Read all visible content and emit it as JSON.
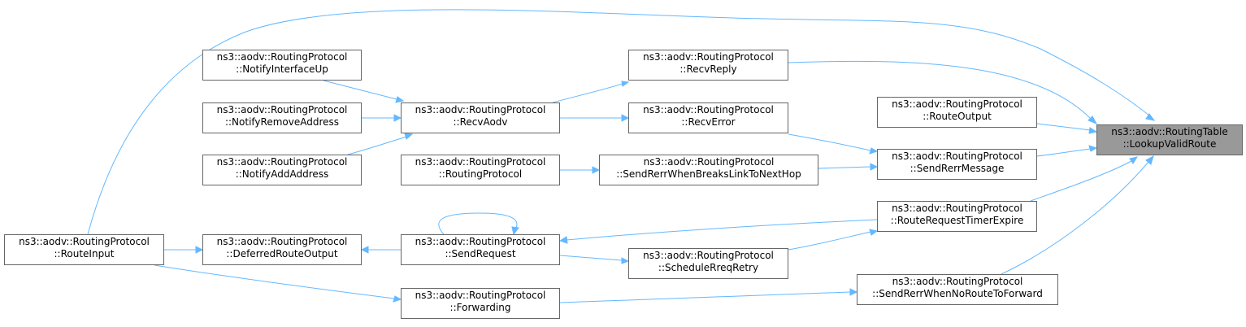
{
  "nodes": {
    "lookupValidRoute": {
      "line1": "ns3::aodv::RoutingTable",
      "line2": "::LookupValidRoute"
    },
    "routeOutput": {
      "line1": "ns3::aodv::RoutingProtocol",
      "line2": "::RouteOutput"
    },
    "recvReply": {
      "line1": "ns3::aodv::RoutingProtocol",
      "line2": "::RecvReply"
    },
    "recvError": {
      "line1": "ns3::aodv::RoutingProtocol",
      "line2": "::RecvError"
    },
    "sendRerrMessage": {
      "line1": "ns3::aodv::RoutingProtocol",
      "line2": "::SendRerrMessage"
    },
    "routeRequestTimerExpire": {
      "line1": "ns3::aodv::RoutingProtocol",
      "line2": "::RouteRequestTimerExpire"
    },
    "sendRerrWhenNoRouteToForward": {
      "line1": "ns3::aodv::RoutingProtocol",
      "line2": "::SendRerrWhenNoRouteToForward"
    },
    "sendRerrWhenBreaksLinkToNextHop": {
      "line1": "ns3::aodv::RoutingProtocol",
      "line2": "::SendRerrWhenBreaksLinkToNextHop"
    },
    "scheduleRreqRetry": {
      "line1": "ns3::aodv::RoutingProtocol",
      "line2": "::ScheduleRreqRetry"
    },
    "recvAodv": {
      "line1": "ns3::aodv::RoutingProtocol",
      "line2": "::RecvAodv"
    },
    "routingProtocol": {
      "line1": "ns3::aodv::RoutingProtocol",
      "line2": "::RoutingProtocol"
    },
    "sendRequest": {
      "line1": "ns3::aodv::RoutingProtocol",
      "line2": "::SendRequest"
    },
    "forwarding": {
      "line1": "ns3::aodv::RoutingProtocol",
      "line2": "::Forwarding"
    },
    "notifyInterfaceUp": {
      "line1": "ns3::aodv::RoutingProtocol",
      "line2": "::NotifyInterfaceUp"
    },
    "notifyRemoveAddress": {
      "line1": "ns3::aodv::RoutingProtocol",
      "line2": "::NotifyRemoveAddress"
    },
    "notifyAddAddress": {
      "line1": "ns3::aodv::RoutingProtocol",
      "line2": "::NotifyAddAddress"
    },
    "deferredRouteOutput": {
      "line1": "ns3::aodv::RoutingProtocol",
      "line2": "::DeferredRouteOutput"
    },
    "routeInput": {
      "line1": "ns3::aodv::RoutingProtocol",
      "line2": "::RouteInput"
    }
  },
  "edges": [
    {
      "from": "routeOutput",
      "to": "lookupValidRoute"
    },
    {
      "from": "recvReply",
      "to": "lookupValidRoute"
    },
    {
      "from": "sendRerrMessage",
      "to": "lookupValidRoute"
    },
    {
      "from": "routeRequestTimerExpire",
      "to": "lookupValidRoute"
    },
    {
      "from": "sendRerrWhenNoRouteToForward",
      "to": "lookupValidRoute"
    },
    {
      "from": "routeInput",
      "to": "lookupValidRoute"
    },
    {
      "from": "recvAodv",
      "to": "recvReply"
    },
    {
      "from": "recvAodv",
      "to": "recvError"
    },
    {
      "from": "recvError",
      "to": "sendRerrMessage"
    },
    {
      "from": "sendRerrWhenBreaksLinkToNextHop",
      "to": "sendRerrMessage"
    },
    {
      "from": "routingProtocol",
      "to": "sendRerrWhenBreaksLinkToNextHop"
    },
    {
      "from": "scheduleRreqRetry",
      "to": "routeRequestTimerExpire"
    },
    {
      "from": "routeRequestTimerExpire",
      "to": "sendRequest"
    },
    {
      "from": "sendRequest",
      "to": "sendRequest"
    },
    {
      "from": "sendRequest",
      "to": "scheduleRreqRetry"
    },
    {
      "from": "deferredRouteOutput",
      "to": "sendRequest"
    },
    {
      "from": "routeInput",
      "to": "deferredRouteOutput"
    },
    {
      "from": "notifyInterfaceUp",
      "to": "recvAodv"
    },
    {
      "from": "notifyRemoveAddress",
      "to": "recvAodv"
    },
    {
      "from": "notifyAddAddress",
      "to": "recvAodv"
    },
    {
      "from": "forwarding",
      "to": "sendRerrWhenNoRouteToForward"
    },
    {
      "from": "routeInput",
      "to": "forwarding"
    }
  ],
  "colors": {
    "edge": "#63b8ff",
    "root_fill": "#999999",
    "node_border": "#666666"
  }
}
